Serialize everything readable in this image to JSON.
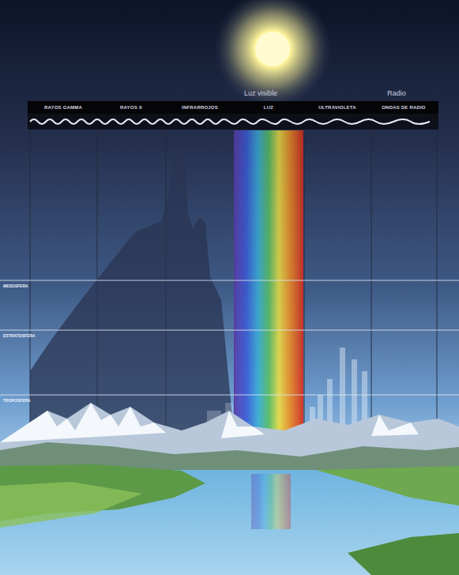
{
  "diagram": {
    "labels": [
      "Luz visible",
      "Radio",
      "RAYOS GAMMA",
      "RAYOS X",
      "INFRARROJOS",
      "LUZ",
      "ULTRAVIOLETA",
      "ONDAS DE RADIO",
      "MESOSFERA",
      "ESTRATOSFERA",
      "TROPOSFERA"
    ]
  }
}
